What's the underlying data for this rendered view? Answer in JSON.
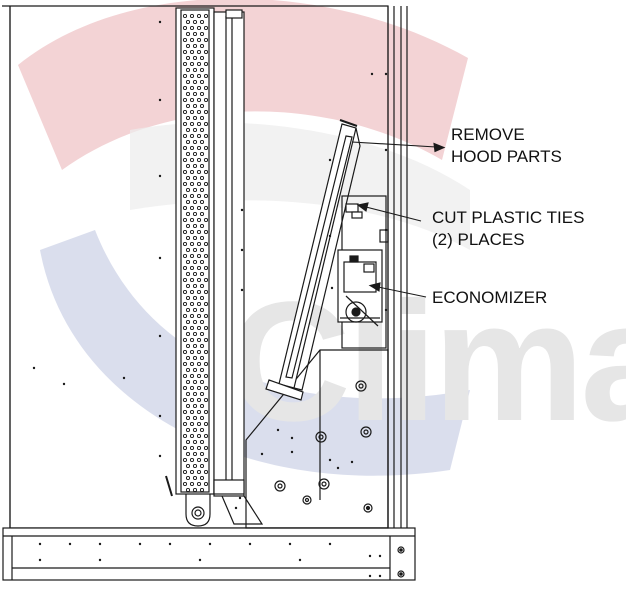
{
  "watermark": {
    "text": "Clima",
    "colors": {
      "red": "#f3d3d5",
      "blue": "#d3d8ea",
      "gray": "#ececec"
    }
  },
  "diagram": {
    "line_color": "#1a1a1a",
    "panel_fill": "#ffffff"
  },
  "callouts": {
    "remove_hood": {
      "line1": "REMOVE",
      "line2": "HOOD PARTS"
    },
    "cut_ties": {
      "line1": "CUT PLASTIC TIES",
      "line2": "(2) PLACES"
    },
    "economizer": {
      "label": "ECONOMIZER"
    }
  }
}
